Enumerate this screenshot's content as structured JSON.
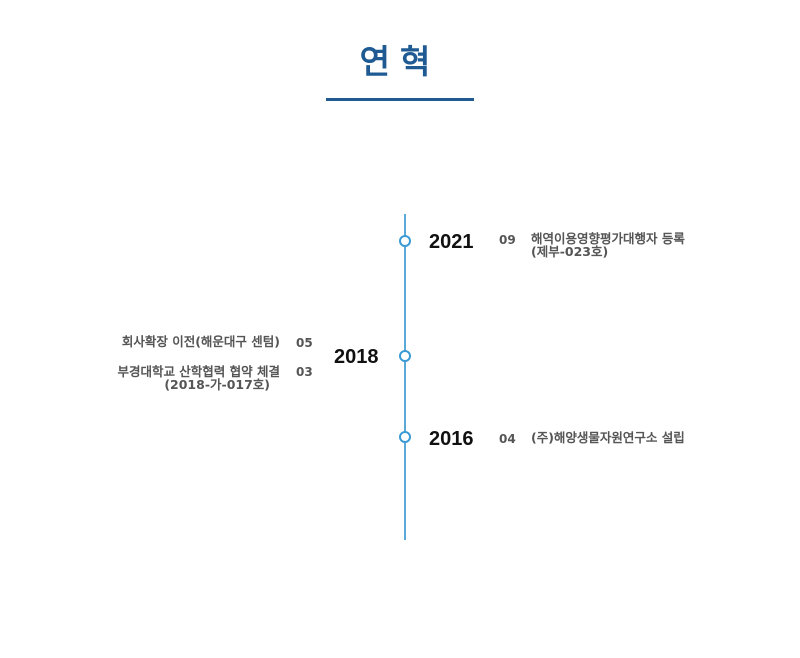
{
  "page_title": "연혁",
  "timeline": {
    "entries": [
      {
        "year": "2021",
        "events": [
          {
            "month": "09",
            "text": "해역이용영향평가대행자 등록",
            "sub": "(제부-023호)"
          }
        ]
      },
      {
        "year": "2018",
        "events": [
          {
            "month": "05",
            "text": "회사확장 이전(해운대구 센텀)",
            "sub": ""
          },
          {
            "month": "03",
            "text": "부경대학교 산학협력 협약 체결",
            "sub": "(2018-가-017호)"
          }
        ]
      },
      {
        "year": "2016",
        "events": [
          {
            "month": "04",
            "text": "(주)해양생물자원연구소 설립",
            "sub": ""
          }
        ]
      }
    ]
  },
  "colors": {
    "title": "#1f5a93",
    "timeline_line": "#5aa9d6",
    "dot": "#3a9ad5"
  }
}
